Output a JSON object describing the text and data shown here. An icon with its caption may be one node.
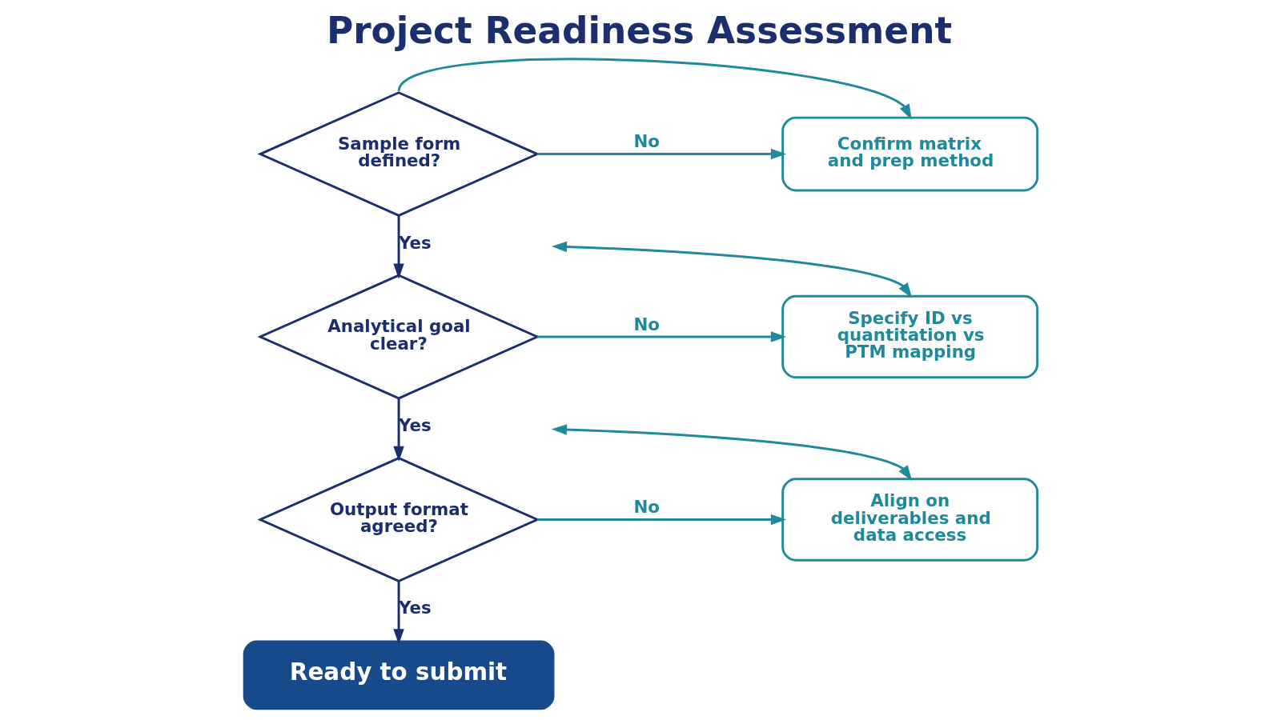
{
  "diagram": {
    "title": "Project Readiness Assessment",
    "nodes": [
      {
        "text": [
          "Sample form defined?"
        ]
      },
      {
        "text": [
          "Confirm matrix and prep method"
        ]
      },
      {
        "text": [
          "Analytical goal clear?"
        ]
      },
      {
        "text": [
          "Specify ID vs quantitation vs PTM mapping"
        ]
      },
      {
        "text": [
          "Output format agreed?"
        ]
      },
      {
        "text": [
          "Align on deliverables and data access"
        ]
      },
      {
        "text": [
          "Ready to submit"
        ]
      }
    ],
    "edges": [
      {
        "from": 0,
        "to": 1,
        "arrow": "to",
        "label": "No"
      },
      {
        "from": 0,
        "to": 2,
        "arrow": "to",
        "label": "Yes",
        "color": "#1b2f6e"
      },
      {
        "from": 2,
        "to": 3,
        "arrow": "to",
        "label": "No"
      },
      {
        "from": 2,
        "to": 4,
        "arrow": "to",
        "label": "Yes",
        "color": "#1b2f6e"
      },
      {
        "from": 4,
        "to": 5,
        "arrow": "to",
        "label": "No"
      },
      {
        "from": 4,
        "to": 6,
        "arrow": "to",
        "label": "Yes",
        "color": "#1b2f6e"
      },
      {
        "from": 0,
        "to": 1,
        "arrow": "to"
      },
      {
        "from": null,
        "to": 3,
        "arrow": "both"
      },
      {
        "from": null,
        "to": 5,
        "arrow": "both"
      }
    ]
  }
}
